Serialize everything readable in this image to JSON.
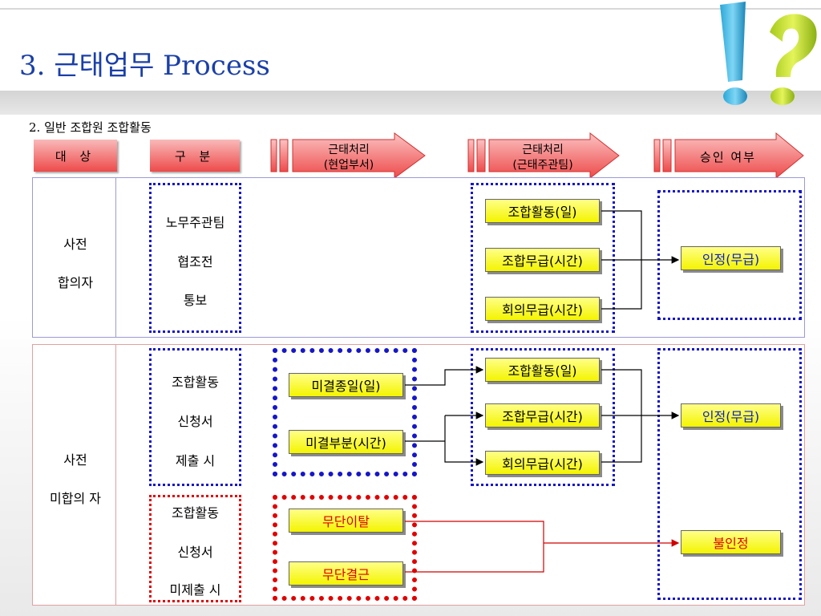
{
  "title": "3. 근태업무 Process",
  "subtitle": "2. 일반 조합원 조합활동",
  "headers": {
    "target": "대 상",
    "category": "구 분",
    "step1_line1": "근태처리",
    "step1_line2": "(현업부서)",
    "step2_line1": "근태처리",
    "step2_line2": "(근태주관팀)",
    "approval": "승인 여부"
  },
  "section1": {
    "target_line1": "사전",
    "target_line2": "합의자",
    "category_lines": [
      "노무주관팀",
      "협조전",
      "통보"
    ],
    "items": [
      "조합활동(일)",
      "조합무급(시간)",
      "회의무급(시간)"
    ],
    "result": "인정(무급)"
  },
  "section2": {
    "target_line1": "사전",
    "target_line2": "미합의 자",
    "category_a_lines": [
      "조합활동",
      "신청서",
      "제출 시"
    ],
    "category_b_lines": [
      "조합활동",
      "신청서",
      "미제출 시"
    ],
    "dept_items": [
      "미결종일(일)",
      "미결부분(시간)"
    ],
    "items": [
      "조합활동(일)",
      "조합무급(시간)",
      "회의무급(시간)"
    ],
    "result_ok": "인정(무급)",
    "absent_items": [
      "무단이탈",
      "무단결근"
    ],
    "result_ng": "불인정"
  },
  "colors": {
    "title": "#1a3fa8",
    "header": "#ee4a4a",
    "blue_dot": "#1616c8",
    "red_dot": "#e00000",
    "box": "#f4f400"
  }
}
